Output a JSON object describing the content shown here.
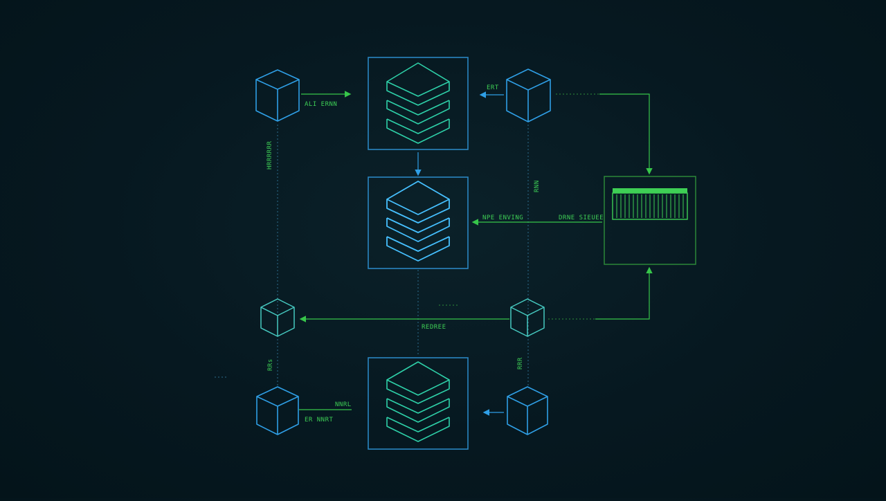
{
  "diagram": {
    "labels": {
      "top_left_link": "ALI ERNN",
      "top_right_link": "ERT",
      "left_vertical": "HRRRRRR",
      "right_vertical": "RNN",
      "mid_left_link": "NPE ENVING",
      "mid_right_link": "DRNE SIEUEE",
      "center_link": "REDREE",
      "bottom_left_vertical": "RRs",
      "bottom_right_vertical": "RRR",
      "bottom_left_top": "NNRL",
      "bottom_left_bottom": "ER NNRT"
    },
    "colors": {
      "background": "#061820",
      "frame_blue": "#2a86c2",
      "frame_green": "#2e8f3a",
      "accent_green": "#3ecf55",
      "accent_cyan": "#2ed0a8",
      "accent_blue": "#46c0ff"
    }
  }
}
